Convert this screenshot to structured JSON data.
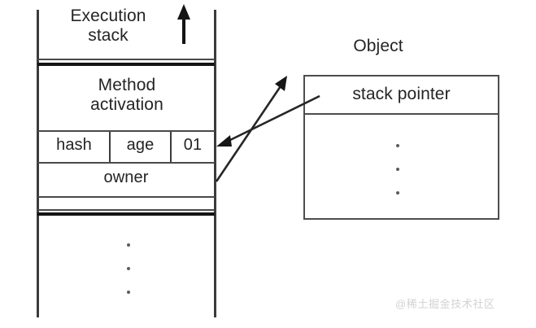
{
  "diagram": {
    "title_execution_stack": "Execution\nstack",
    "execution_stack": {
      "frame_title": "Method\nactivation",
      "header_cells": [
        "hash",
        "age",
        "01"
      ],
      "owner_row": "owner",
      "ellipsis_dots": 3
    },
    "object": {
      "title": "Object",
      "first_row": "stack pointer",
      "ellipsis_dots": 3
    },
    "arrows": {
      "up_arrow_label": "stack-growth-up-arrow",
      "owner_to_object_label": "owner-to-object-arrow",
      "stack_pointer_to_frame_label": "stack-pointer-to-frame-arrow"
    },
    "colors": {
      "line": "#4a4a4a",
      "line_thick": "#141414",
      "text": "#242424",
      "dot": "#5c5c5c",
      "background": "#ffffff",
      "watermark": "#d2d2d2"
    }
  },
  "watermark": {
    "text": "@稀土掘金技术社区"
  }
}
